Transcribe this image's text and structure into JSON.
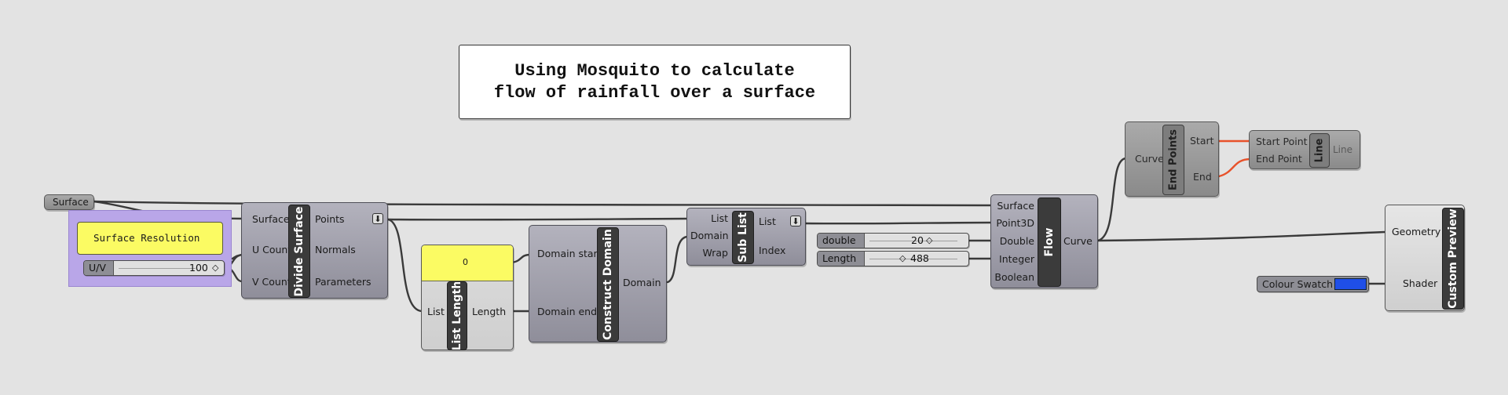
{
  "note": {
    "line1": "Using Mosquito to calculate",
    "line2": "flow of rainfall over a surface"
  },
  "surface_param": {
    "label": "Surface"
  },
  "group": {
    "fill_color": "#b9a6e8"
  },
  "panel_resolution": {
    "text": "Surface Resolution",
    "color": "#fbfb63"
  },
  "slider_uv": {
    "label": "U/V",
    "value": "100"
  },
  "divide_surface": {
    "name": "Divide Surface",
    "inputs": [
      "Surface",
      "U Count",
      "V Count"
    ],
    "outputs": [
      "Points",
      "Normals",
      "Parameters"
    ]
  },
  "list_length": {
    "name": "List Length",
    "input": "List",
    "output": "Length",
    "panel_value": "0"
  },
  "construct_domain": {
    "name": "Construct Domain",
    "inputs": [
      "Domain start",
      "Domain end"
    ],
    "output": "Domain"
  },
  "sub_list": {
    "name": "Sub List",
    "inputs": [
      "List",
      "Domain",
      "Wrap"
    ],
    "outputs": [
      "List",
      "Index"
    ]
  },
  "slider_double": {
    "label": "double",
    "value": "20"
  },
  "slider_length": {
    "label": "Length",
    "value": "488"
  },
  "flow": {
    "name": "Flow",
    "inputs": [
      "Surface",
      "Point3D",
      "Double",
      "Integer",
      "Boolean"
    ],
    "output": "Curve"
  },
  "end_points": {
    "name": "End Points",
    "input": "Curve",
    "outputs": [
      "Start",
      "End"
    ]
  },
  "line": {
    "name": "Line",
    "inputs": [
      "Start Point",
      "End Point"
    ],
    "output": "Line"
  },
  "custom_preview": {
    "name": "Custom Preview",
    "inputs": [
      "Geometry",
      "Shader"
    ]
  },
  "colour_swatch": {
    "label": "Colour Swatch",
    "color": "#1f4fe8"
  },
  "colors": {
    "wire": "#3a3a3a",
    "wire_selected": "#e8522b",
    "canvas": "#e3e3e3",
    "component": "#a3a2ae"
  }
}
